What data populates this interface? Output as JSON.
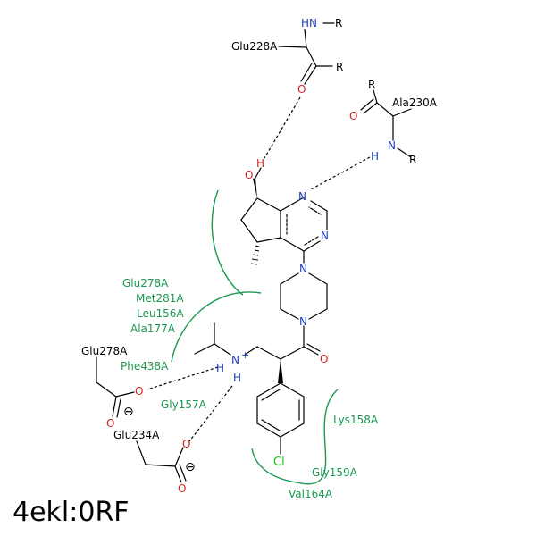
{
  "title": "4ekl:0RF",
  "colors": {
    "residue": "#1a9850",
    "nitrogen": "#1f3fbf",
    "oxygen": "#d62020",
    "chlorine": "#22c022",
    "bond": "#000000"
  },
  "residues": {
    "glu228": "Glu228A",
    "ala230": "Ala230A",
    "glu278_top": "Glu278A",
    "met281": "Met281A",
    "leu156": "Leu156A",
    "ala177": "Ala177A",
    "phe438": "Phe438A",
    "glu278_bottom": "Glu278A",
    "gly157": "Gly157A",
    "glu234": "Glu234A",
    "lys158": "Lys158A",
    "gly159": "Gly159A",
    "val164": "Val164A"
  },
  "atoms": {
    "r1": "R",
    "r2": "R",
    "r3": "R",
    "r4": "R",
    "hn": "HN",
    "o_glu228": "O",
    "o_ala230": "O",
    "n_ala230": "N",
    "h_ala230": "H",
    "o_hydroxyl": "O",
    "h_hydroxyl": "H",
    "n1_pyrimidine": "N",
    "n3_pyrimidine": "N",
    "n_pip_top": "N",
    "n_pip_bottom": "N",
    "o_amide": "O",
    "n_amine": "N",
    "plus": "+",
    "h_amine_1": "H",
    "h_amine_2": "H",
    "o_glu278_1": "O",
    "o_glu278_2": "O",
    "minus_1": "⊖",
    "o_glu234_1": "O",
    "o_glu234_2": "O",
    "minus_2": "⊖",
    "cl": "Cl"
  }
}
